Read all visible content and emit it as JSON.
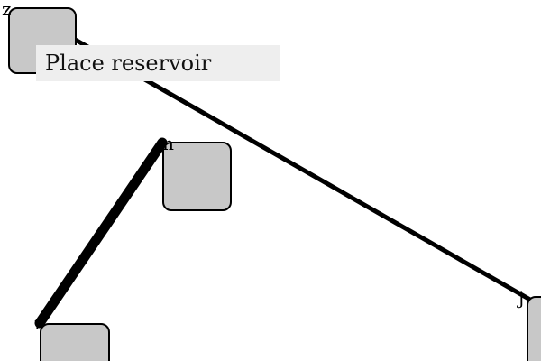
{
  "graph": {
    "nodes": [
      {
        "id": "z",
        "label": "z"
      },
      {
        "id": "m",
        "label": "m"
      },
      {
        "id": "r",
        "label": "r"
      },
      {
        "id": "j",
        "label": "j"
      }
    ],
    "edges": [
      {
        "from": "z",
        "to": "j",
        "weight": "thin"
      },
      {
        "from": "m",
        "to": "r",
        "weight": "thick"
      }
    ]
  },
  "tooltip": {
    "text": "Place reservoir"
  },
  "colors": {
    "node_fill": "#c8c8c8",
    "node_border": "#000000",
    "edge": "#000000",
    "tooltip_bg": "#eeeeee",
    "background": "#ffffff"
  }
}
